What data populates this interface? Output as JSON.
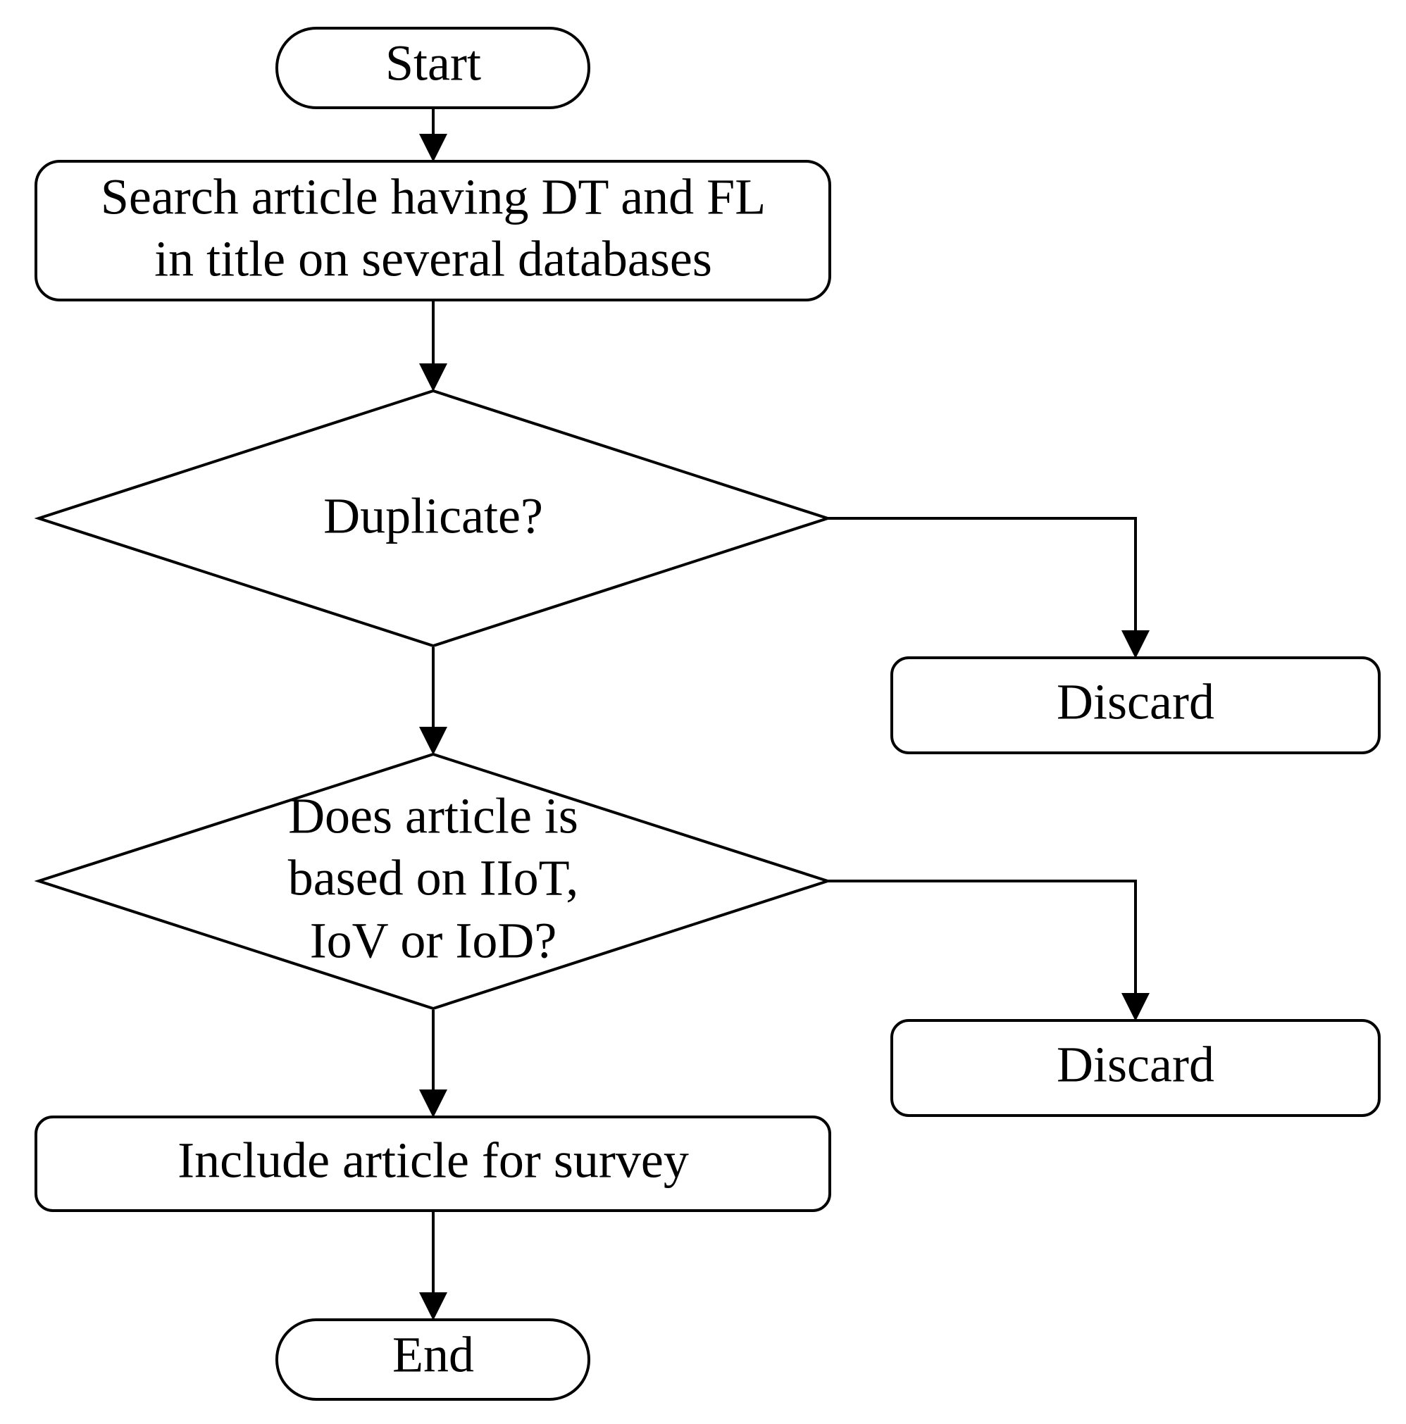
{
  "flowchart": {
    "start": "Start",
    "search": {
      "line1": "Search article having DT and FL",
      "line2": "in title on several databases"
    },
    "duplicate_check": "Duplicate?",
    "discard_duplicate": "Discard",
    "domain_check": {
      "line1": "Does article is",
      "line2": "based on IIoT,",
      "line3": "IoV or IoD?"
    },
    "discard_domain": "Discard",
    "include": "Include article for survey",
    "end": "End"
  },
  "colors": {
    "stroke": "#000000",
    "fill": "#ffffff",
    "text": "#000000"
  }
}
